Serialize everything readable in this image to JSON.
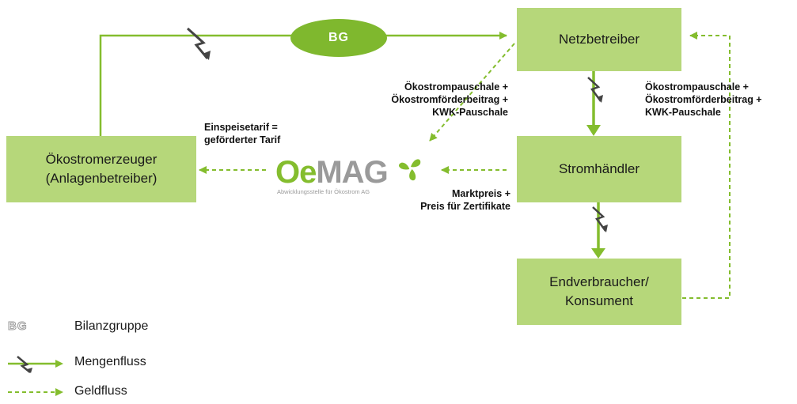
{
  "nodes": {
    "netzbetreiber": "Netzbetreiber",
    "stromhaendler": "Stromhändler",
    "endverbraucher": "Endverbraucher/\nKonsument",
    "oekostromerzeuger": "Ökostromerzeuger\n(Anlagenbetreiber)"
  },
  "bg_badge": "BG",
  "logo": {
    "oe": "Oe",
    "mag": "MAG",
    "subtitle": "Abwicklungsstelle für Ökostrom AG"
  },
  "annotations": {
    "netz_to_oemag": "Ökostrompauschale +\nÖkostromförderbeitrag +\nKWK-Pauschale",
    "endv_to_netz": "Ökostrompauschale +\nÖkostromförderbeitrag +\nKWK-Pauschale",
    "oemag_to_erzeuger": "Einspeisetarif =\ngeförderter Tarif",
    "stromh_to_oemag": "Marktpreis +\nPreis für Zertifikate"
  },
  "legend": [
    {
      "symbol": "BG",
      "label": "Bilanzgruppe"
    },
    {
      "symbol": "mengenfluss-icon",
      "label": "Mengenfluss"
    },
    {
      "symbol": "geldfluss-icon",
      "label": "Geldfluss"
    }
  ],
  "colors": {
    "box_fill": "#b6d77a",
    "energy_flow": "#84bd2e",
    "money_flow": "#84bd2e",
    "ellipse": "#7fb82e",
    "logo_grey": "#9a9a9a"
  }
}
